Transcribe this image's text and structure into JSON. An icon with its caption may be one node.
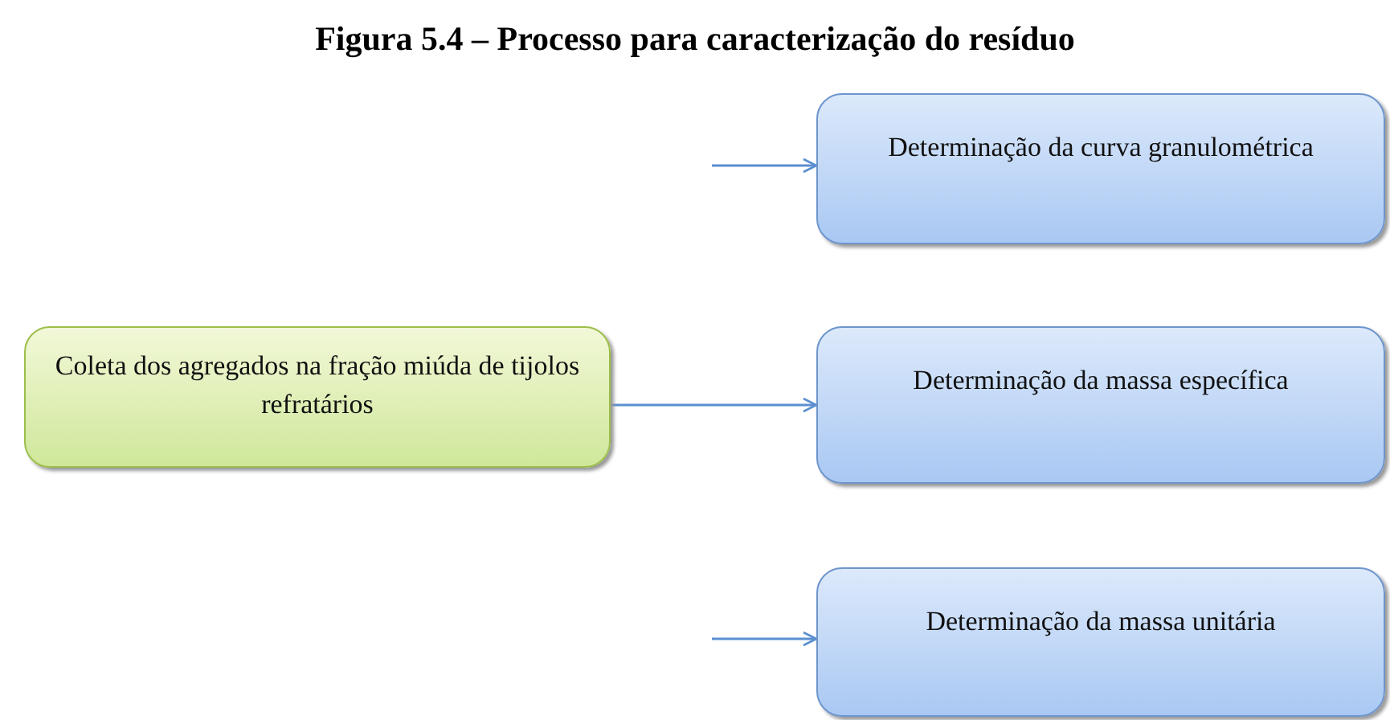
{
  "diagram": {
    "title": "Figura 5.4 – Processo para caracterização do resíduo",
    "nodes": [
      {
        "text": [
          "Determinação da curva granulométrica"
        ]
      },
      {
        "text": [
          "Coleta dos agregados na fração miúda de tijolos refratários"
        ]
      },
      {
        "text": [
          "Determinação da massa específica"
        ]
      },
      {
        "text": [
          "Determinação da massa unitária"
        ]
      }
    ],
    "edges": [
      {
        "from": null,
        "to": 0,
        "arrow": "to"
      },
      {
        "from": 1,
        "to": 2,
        "arrow": "to"
      },
      {
        "from": null,
        "to": 3,
        "arrow": "to"
      }
    ]
  }
}
